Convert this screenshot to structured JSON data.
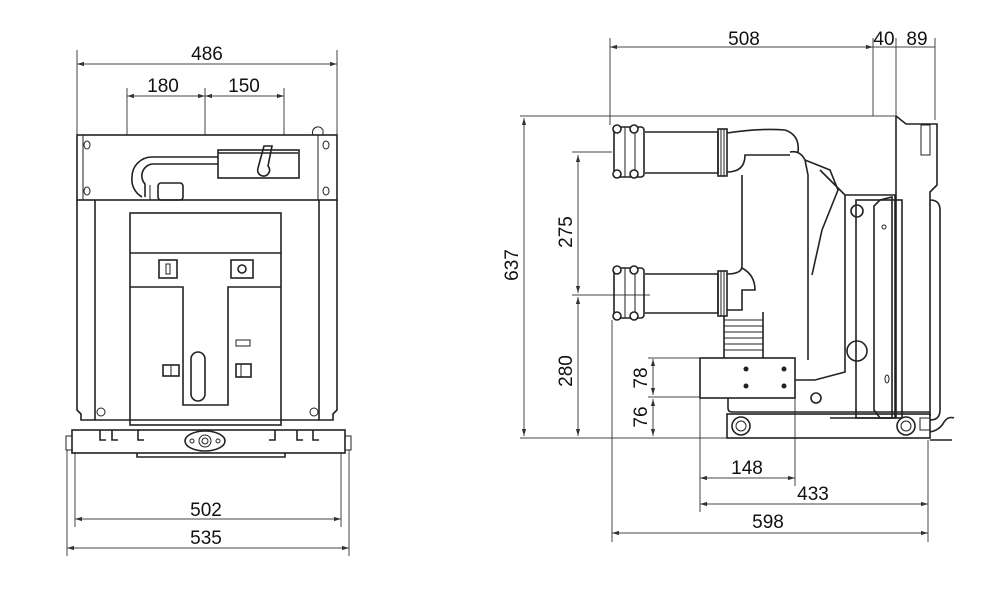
{
  "front_view": {
    "dimensions": {
      "overall_width_top": "486",
      "left_pole_offset": "180",
      "right_pole_offset": "150",
      "rail_width": "502",
      "base_width": "535"
    }
  },
  "side_view": {
    "dimensions": {
      "terminal_to_panel": "508",
      "panel_thickness": "40",
      "handle_depth": "89",
      "overall_height": "637",
      "phase_spacing_vertical": "275",
      "lower_terminal_height": "280",
      "bracket_height": "78",
      "bracket_base": "76",
      "bracket_width": "148",
      "wheel_span": "433",
      "overall_depth": "598"
    }
  }
}
